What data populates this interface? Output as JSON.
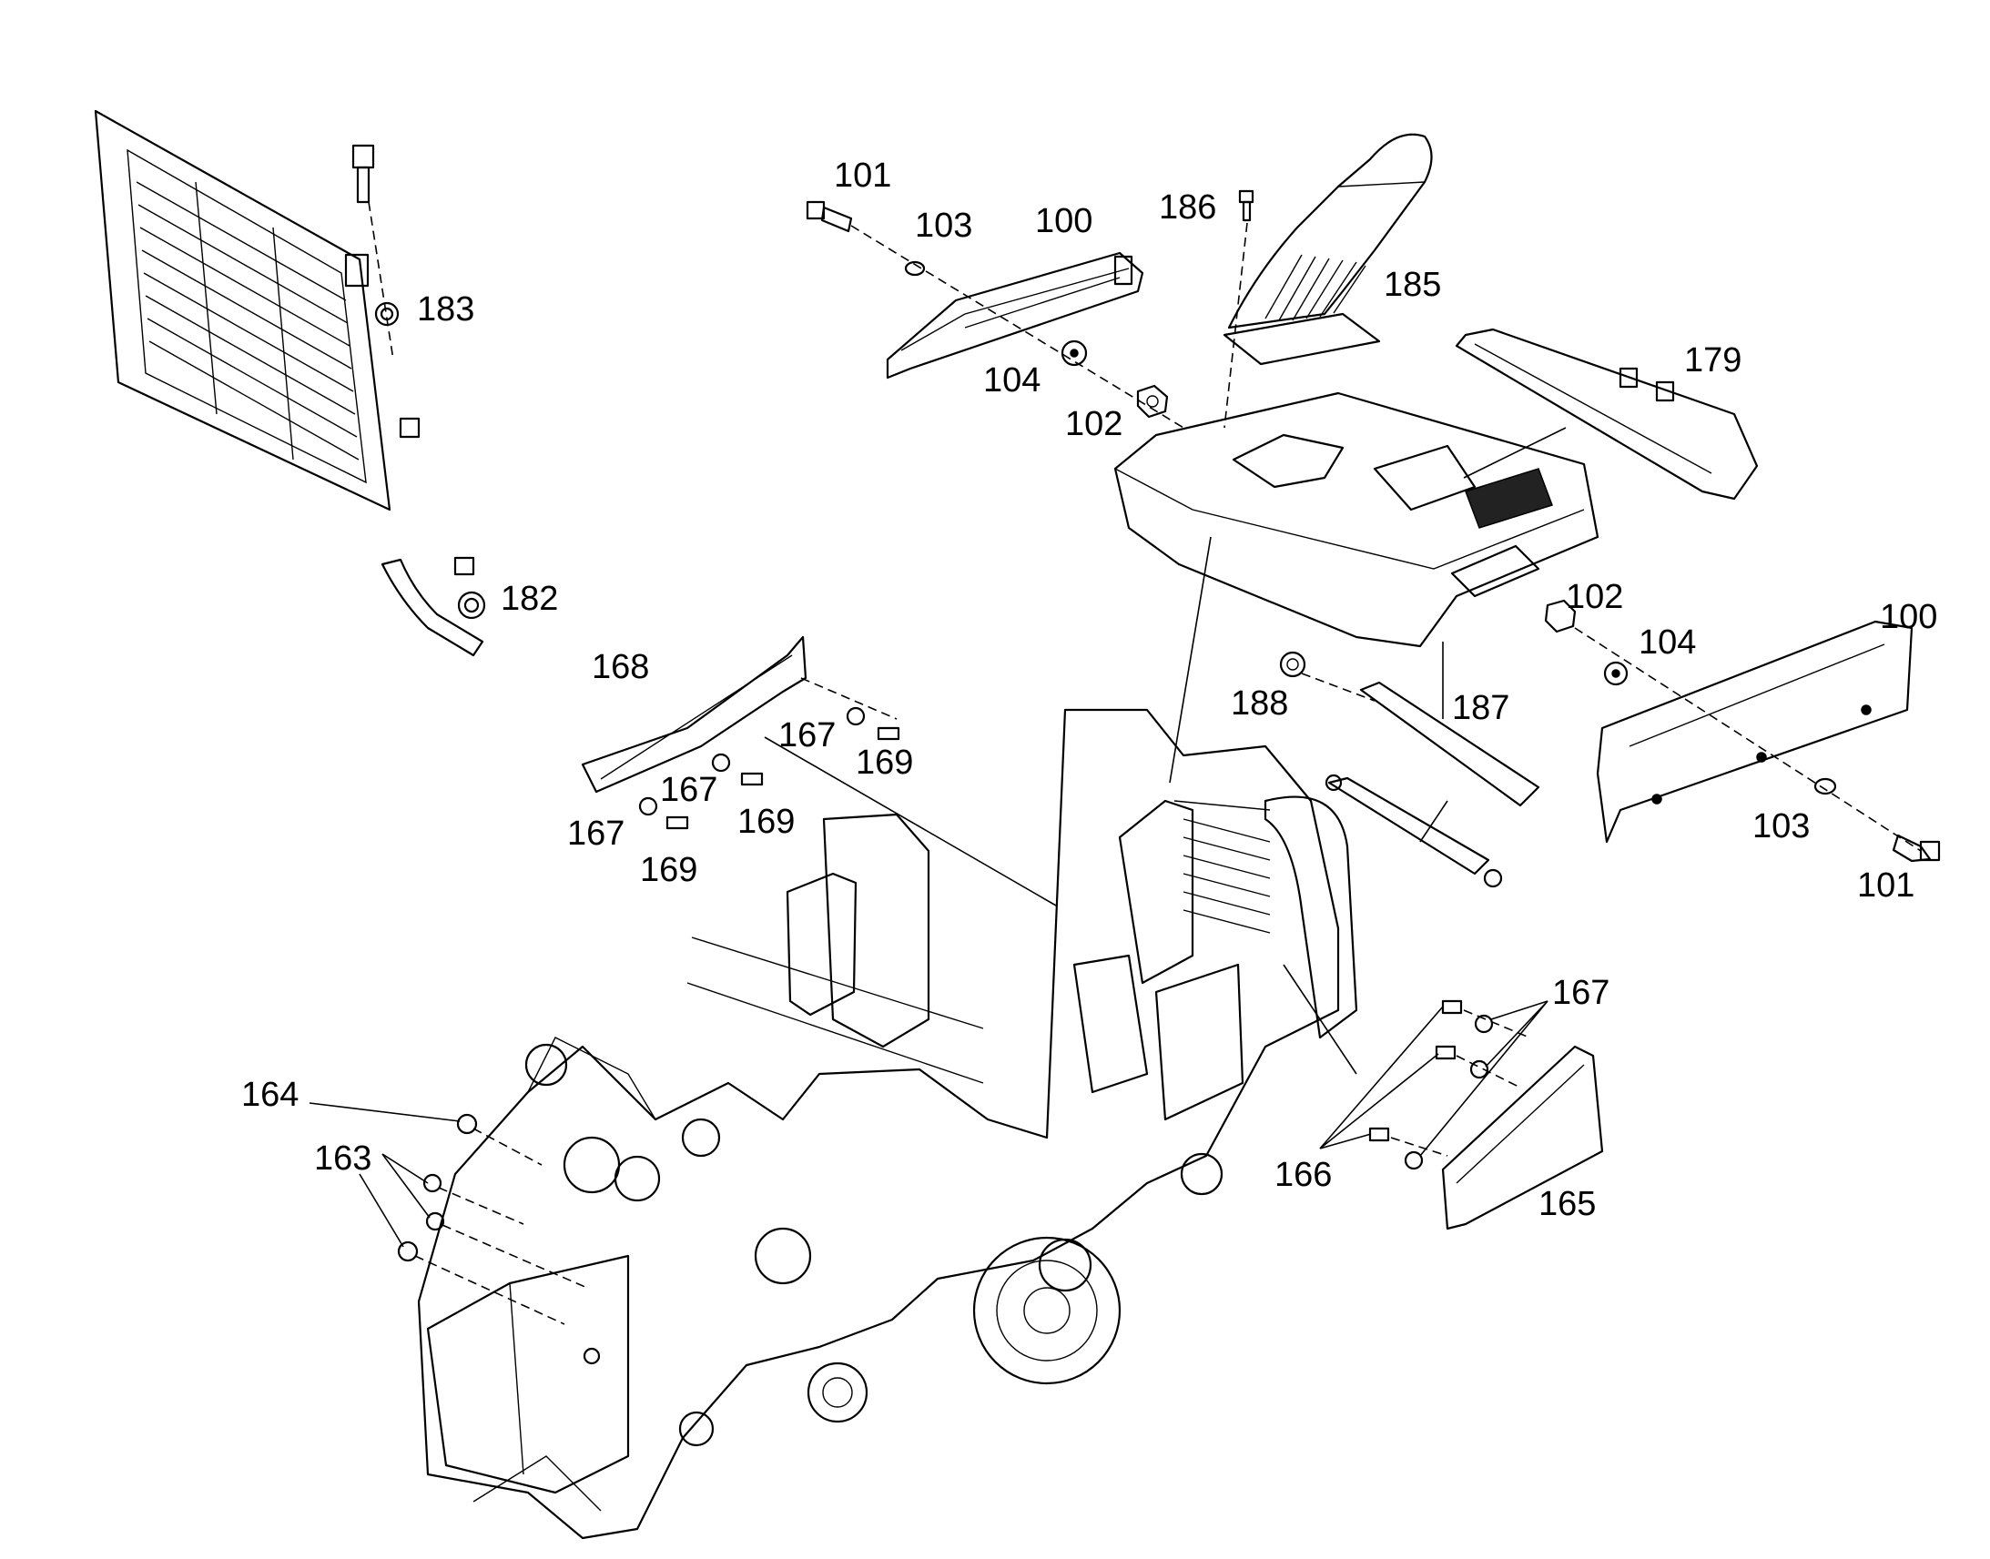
{
  "callouts": {
    "c100a": "100",
    "c101a": "101",
    "c103a": "103",
    "c104a": "104",
    "c102a": "102",
    "c186": "186",
    "c185": "185",
    "c179": "179",
    "c183": "183",
    "c182": "182",
    "c102b": "102",
    "c104b": "104",
    "c100b": "100",
    "c103b": "103",
    "c101b": "101",
    "c187": "187",
    "c188": "188",
    "c168": "168",
    "c167a": "167",
    "c169a": "169",
    "c167b": "167",
    "c169b": "169",
    "c167c": "167",
    "c169c": "169",
    "c164": "164",
    "c163": "163",
    "c167d": "167",
    "c166": "166",
    "c165": "165"
  }
}
